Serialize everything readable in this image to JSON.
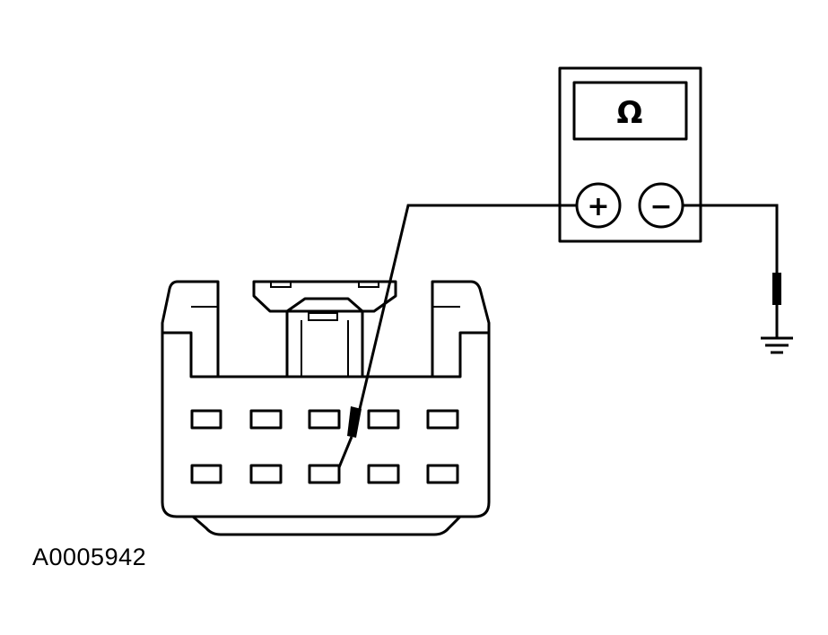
{
  "diagram": {
    "meter": {
      "display_symbol": "Ω",
      "positive_terminal": "+",
      "negative_terminal": "−"
    },
    "connector": {
      "pin_rows": 2,
      "pins_per_row": 5,
      "probed_pin": {
        "row": 2,
        "position": 3
      }
    },
    "figure_id": "A0005942"
  }
}
